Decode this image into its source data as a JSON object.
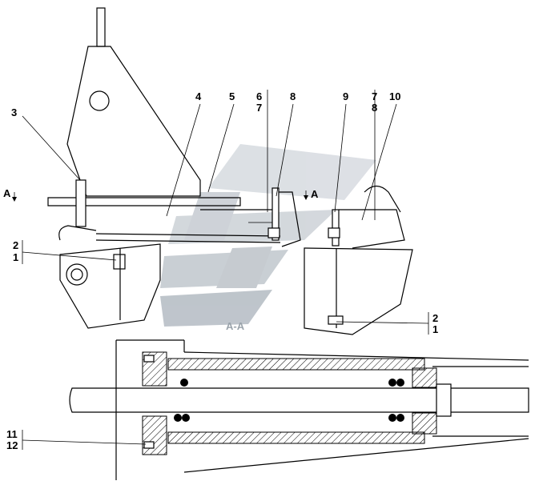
{
  "callouts": {
    "c1": "1",
    "c2": "2",
    "c3": "3",
    "c4": "4",
    "c5": "5",
    "c6": "6",
    "c7": "7",
    "c8": "8",
    "c9": "9",
    "c10": "10",
    "c11": "11",
    "c12": "12"
  },
  "section_marks": {
    "a_left": "A",
    "a_right": "A",
    "section_label": "A-A"
  },
  "colors": {
    "line": "#000000",
    "watermark_light": "#d9dde2",
    "watermark_dark": "#b8bfc6",
    "hatch": "#000000"
  }
}
